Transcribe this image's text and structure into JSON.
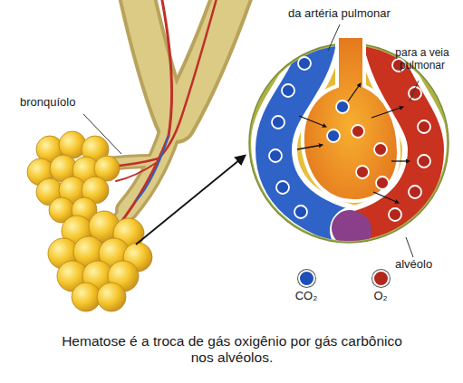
{
  "diagram": {
    "caption": "Hematose é a troca de gás oxigênio por gás carbônico nos alvéolos.",
    "labels": [
      "bronquíolo",
      "da artéria pulmonar",
      "para a veia pulmonar",
      "alvéolo"
    ],
    "legend": [
      {
        "text": "CO₂",
        "color": "#1f4fb8"
      },
      {
        "text": "O₂",
        "color": "#b3261c"
      }
    ]
  }
}
